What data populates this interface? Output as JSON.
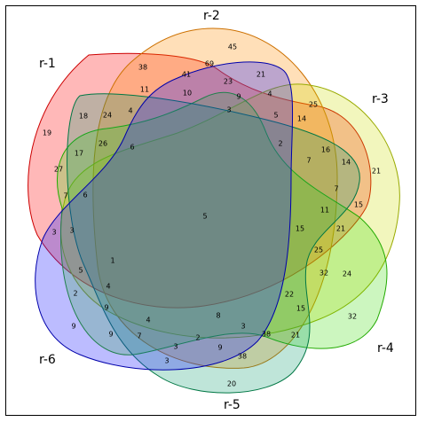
{
  "sets": [
    {
      "id": "r1",
      "label": "r-1",
      "color": "#ff0000"
    },
    {
      "id": "r2",
      "label": "r-2",
      "color": "#ff8c00"
    },
    {
      "id": "r3",
      "label": "r-3",
      "color": "#ccdd00"
    },
    {
      "id": "r4",
      "label": "r-4",
      "color": "#33dd00"
    },
    {
      "id": "r5",
      "label": "r-5",
      "color": "#009944"
    },
    {
      "id": "r6",
      "label": "r-6",
      "color": "#0000ff"
    }
  ],
  "regions": [
    {
      "v": "45"
    },
    {
      "v": "38"
    },
    {
      "v": "69"
    },
    {
      "v": "41"
    },
    {
      "v": "21"
    },
    {
      "v": "23"
    },
    {
      "v": "11"
    },
    {
      "v": "10"
    },
    {
      "v": "9"
    },
    {
      "v": "4"
    },
    {
      "v": "25"
    },
    {
      "v": "18"
    },
    {
      "v": "24"
    },
    {
      "v": "4"
    },
    {
      "v": "3"
    },
    {
      "v": "5"
    },
    {
      "v": "14"
    },
    {
      "v": "19"
    },
    {
      "v": "26"
    },
    {
      "v": "6"
    },
    {
      "v": "2"
    },
    {
      "v": "16"
    },
    {
      "v": "17"
    },
    {
      "v": "14"
    },
    {
      "v": "7"
    },
    {
      "v": "21"
    },
    {
      "v": "27"
    },
    {
      "v": "7"
    },
    {
      "v": "7"
    },
    {
      "v": "6"
    },
    {
      "v": "15"
    },
    {
      "v": "11"
    },
    {
      "v": "5"
    },
    {
      "v": "3"
    },
    {
      "v": "3"
    },
    {
      "v": "15"
    },
    {
      "v": "21"
    },
    {
      "v": "25"
    },
    {
      "v": "1"
    },
    {
      "v": "32"
    },
    {
      "v": "24"
    },
    {
      "v": "5"
    },
    {
      "v": "4"
    },
    {
      "v": "2"
    },
    {
      "v": "22"
    },
    {
      "v": "9"
    },
    {
      "v": "15"
    },
    {
      "v": "32"
    },
    {
      "v": "4"
    },
    {
      "v": "8"
    },
    {
      "v": "9"
    },
    {
      "v": "9"
    },
    {
      "v": "7"
    },
    {
      "v": "3"
    },
    {
      "v": "38"
    },
    {
      "v": "21"
    },
    {
      "v": "3"
    },
    {
      "v": "2"
    },
    {
      "v": "9"
    },
    {
      "v": "3"
    },
    {
      "v": "38"
    },
    {
      "v": "20"
    }
  ]
}
